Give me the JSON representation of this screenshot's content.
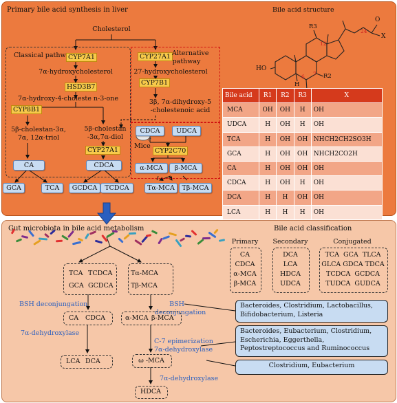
{
  "top": {
    "synthesis_title": "Primary bile acid synthesis in liver",
    "cholesterol": "Cholesterol",
    "classical": {
      "label": "Classical pathway",
      "enzyme1": "CYP7A1",
      "step1": "7α-hydroxycholesterol",
      "enzyme2": "HSD3B7",
      "step2": "7α-hydroxy-4-choleste n-3-one",
      "enzyme3": "CYP8B1",
      "left_product_l1": "5β-cholestan-3α,",
      "left_product_l2": "7α, 12α-triol",
      "right_product_l1": "5β-cholestan",
      "right_product_l2": "-3α,7α-diol",
      "enzyme4": "CYP27A1",
      "ca": "CA",
      "cdca": "CDCA"
    },
    "alternative": {
      "enzyme1": "CYP27A1",
      "label_l1": "Alternative",
      "label_l2": "pathway",
      "step1": "27-hydroxycholesterol",
      "enzyme2": "CYP7B1",
      "step2_l1": "3β, 7α-dihydroxy-5",
      "step2_l2": "-cholestenoic acid"
    },
    "mice": {
      "label": "Mice",
      "cdca": "CDCA",
      "udca": "UDCA",
      "enzyme": "CYP2C70",
      "amca": "α-MCA",
      "bmca": "β-MCA",
      "tamca": "Tα-MCA",
      "tbmca": "Tβ-MCA"
    },
    "conjugates": {
      "gca": "GCA",
      "tca": "TCA",
      "gcdca": "GCDCA",
      "tcdca": "TCDCA"
    },
    "structure": {
      "title": "Bile acid structure",
      "r3": "R3",
      "r2": "R2",
      "r1": "R1",
      "ho": "HO",
      "h": "H",
      "x": "X",
      "o": "O",
      "n12": "12",
      "n6": "6",
      "n7": "7",
      "n24": "24"
    },
    "table": {
      "headers": [
        "Bile acid",
        "R1",
        "R2",
        "R3",
        "X"
      ],
      "rows": [
        [
          "MCA",
          "OH",
          "OH",
          "H",
          "OH"
        ],
        [
          "UDCA",
          "H",
          "OH",
          "H",
          "OH"
        ],
        [
          "TCA",
          "H",
          "OH",
          "OH",
          "NHCH2CH2SO3H"
        ],
        [
          "GCA",
          "H",
          "OH",
          "OH",
          "NHCH2CO2H"
        ],
        [
          "CA",
          "H",
          "OH",
          "OH",
          "OH"
        ],
        [
          "CDCA",
          "H",
          "OH",
          "H",
          "OH"
        ],
        [
          "DCA",
          "H",
          "H",
          "OH",
          "OH"
        ],
        [
          "LCA",
          "H",
          "H",
          "H",
          "OH"
        ]
      ]
    }
  },
  "bottom": {
    "gut_title": "Gut microbiota in bile acid metabolism",
    "left_conj": [
      "TCA",
      "TCDCA",
      "GCA",
      "GCDCA"
    ],
    "right_conj": [
      "Tα-MCA",
      "Tβ-MCA"
    ],
    "bsh_left": "BSH deconjungation",
    "bsh_right_l1": "BSH",
    "bsh_right_l2": "deconjungation",
    "left_unconj": [
      "CA",
      "CDCA"
    ],
    "right_unconj": [
      "α-MCA",
      "β-MCA"
    ],
    "dehydrox_left": "7α-dehydroxylase",
    "secondary_left": [
      "LCA",
      "DCA"
    ],
    "epimerization": "C-7 epimerization",
    "dehydrox_mid": "7α-dehydroxylase",
    "omca": "ω -MCA",
    "dehydrox_bottom": "7α-dehydroxylase",
    "hdca": "HDCA",
    "bacteria1_l1": "Bacteroides, Clostridium, Lactobacillus,",
    "bacteria1_l2": "Bifidobacterium, Listeria",
    "bacteria2_l1": "Bacteroides, Eubacterium, Clostridium,",
    "bacteria2_l2": "Escherichia, Eggerthella,",
    "bacteria2_l3": "Peptostreptococcus and Ruminococcus",
    "bacteria3": "Clostridium, Eubacterium",
    "classification": {
      "title": "Bile acid classification",
      "primary_title": "Primary",
      "primary": [
        "CA",
        "CDCA",
        "α-MCA",
        "β-MCA"
      ],
      "secondary_title": "Secondary",
      "secondary": [
        "DCA",
        "LCA",
        "HDCA",
        "UDCA"
      ],
      "conjugated_title": "Conjugated",
      "conjugated": [
        "TCA  GCA  TLCA",
        "GLCA GDCA TDCA",
        "TCDCA  GCDCA",
        "TUDCA  GUDCA"
      ]
    }
  },
  "colors": {
    "top_bg": "#ec7a3e",
    "bottom_bg": "#f6c7a8",
    "highlight": "#f7c94a",
    "blue_box": "#c8dcf2",
    "table_header": "#d53a1c",
    "arrow_blue": "#2a5fbf"
  }
}
